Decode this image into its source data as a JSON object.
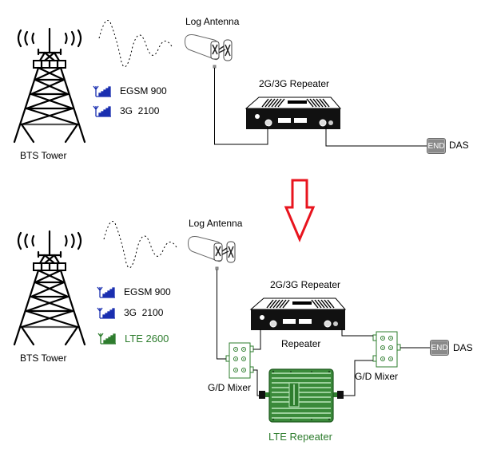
{
  "top": {
    "tower_label": "BTS Tower",
    "bands": [
      {
        "icon": "signal-antenna-icon",
        "label": "EGSM 900"
      },
      {
        "icon": "signal-antenna-icon",
        "label": "3G  2100"
      }
    ],
    "antenna_label": "Log Antenna",
    "repeater_label": "2G/3G Repeater",
    "end_badge": "END",
    "das_label": "DAS"
  },
  "arrow": {
    "icon": "down-arrow-icon",
    "color": "#e8141e"
  },
  "bottom": {
    "tower_label": "BTS Tower",
    "bands": [
      {
        "icon": "signal-antenna-icon",
        "label": "EGSM 900"
      },
      {
        "icon": "signal-antenna-icon",
        "label": "3G  2100"
      },
      {
        "icon": "signal-antenna-icon",
        "label": "LTE 2600"
      }
    ],
    "antenna_label": "Log Antenna",
    "repeater_label": "2G/3G Repeater",
    "repeater_sub_label": "Repeater",
    "mixer_left_label": "G/D Mixer",
    "mixer_right_label": "G/D Mixer",
    "lte_repeater_label": "LTE Repeater",
    "end_badge": "END",
    "das_label": "DAS"
  },
  "colors": {
    "band_blue": "#1a2fb0",
    "lte_green": "#2e7d2e",
    "arrow_red": "#e8141e",
    "end_grey": "#8a8a8a"
  }
}
